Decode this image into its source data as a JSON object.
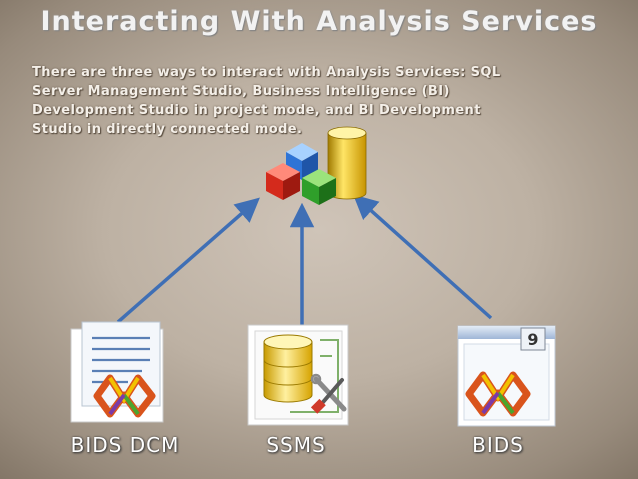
{
  "slide": {
    "title": "Interacting With Analysis Services",
    "body": "There are three ways to interact with Analysis Services: SQL Server Management Studio, Business Intelligence (BI) Development Studio in project mode, and BI Development Studio in directly connected mode."
  },
  "nodes": {
    "bids_dcm": {
      "label": "BIDS DCM"
    },
    "ssms": {
      "label": "SSMS"
    },
    "bids": {
      "label": "BIDS",
      "version_badge": "9"
    }
  },
  "icons": {
    "center": "analysis-services-cube-icon",
    "bids_dcm": "bids-document-icon",
    "ssms": "ssms-database-tools-icon",
    "bids": "bids-application-icon"
  },
  "colors": {
    "arrow": "#3f6fb5",
    "title": "#f2f2f2",
    "label": "#ffffff"
  }
}
